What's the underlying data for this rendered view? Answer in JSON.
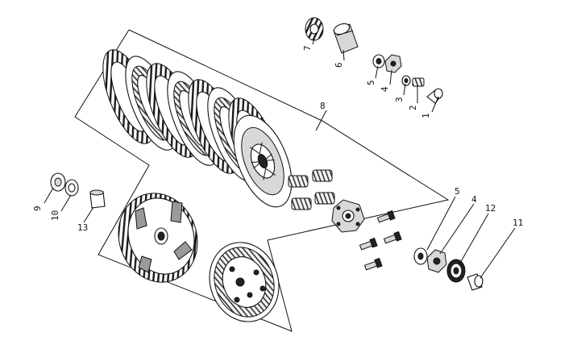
{
  "callouts": [
    {
      "id": "c1",
      "text": "1"
    },
    {
      "id": "c2",
      "text": "2"
    },
    {
      "id": "c3",
      "text": "3"
    },
    {
      "id": "c4a",
      "text": "4"
    },
    {
      "id": "c5a",
      "text": "5"
    },
    {
      "id": "c6",
      "text": "6"
    },
    {
      "id": "c7",
      "text": "7"
    },
    {
      "id": "c8",
      "text": "8"
    },
    {
      "id": "c9",
      "text": "9"
    },
    {
      "id": "c10",
      "text": "10"
    },
    {
      "id": "c11",
      "text": "11"
    },
    {
      "id": "c12",
      "text": "12"
    },
    {
      "id": "c13",
      "text": "13"
    },
    {
      "id": "c4b",
      "text": "4"
    },
    {
      "id": "c5b",
      "text": "5"
    }
  ]
}
